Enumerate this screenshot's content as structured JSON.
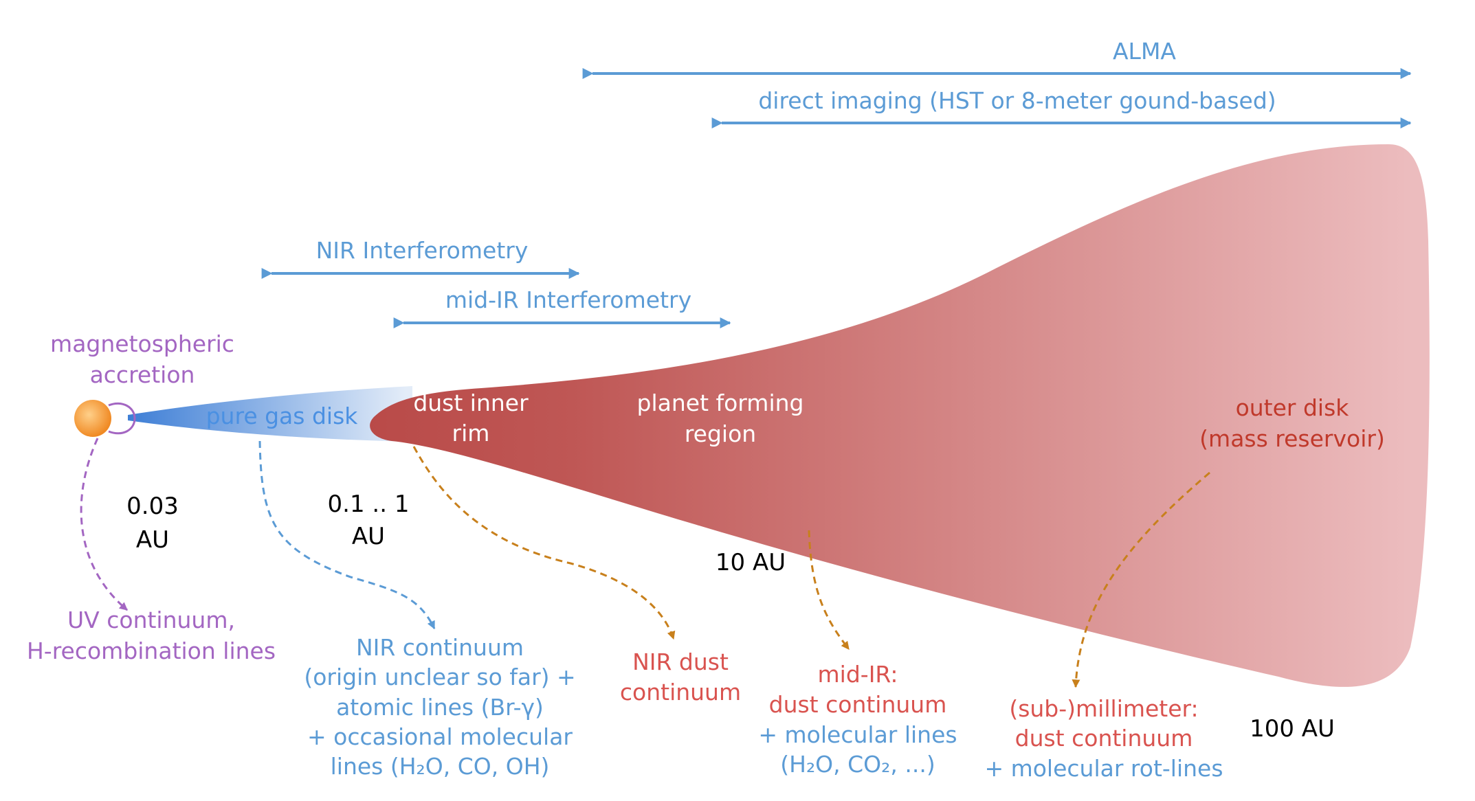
{
  "colors": {
    "blue": "#5b9bd5",
    "purple": "#a366c2",
    "red": "#d9534f",
    "orange": "#c8801c",
    "disk_inner": "#b94a48",
    "disk_outer": "#ecbcbe",
    "gas": "#4a90e2",
    "star": "#f5a142"
  },
  "instruments": {
    "alma": "ALMA",
    "direct_imaging": "direct imaging (HST or 8-meter gound-based)",
    "nir_interferometry": "NIR Interferometry",
    "midir_interferometry": "mid-IR Interferometry"
  },
  "regions": {
    "magnetospheric": [
      "magnetospheric",
      "accretion"
    ],
    "pure_gas": "pure gas disk",
    "dust_rim": [
      "dust inner",
      "rim"
    ],
    "planet_forming": [
      "planet forming",
      "region"
    ],
    "outer_disk": [
      "outer disk",
      "(mass reservoir)"
    ]
  },
  "distances": {
    "d1": [
      "0.03",
      "AU"
    ],
    "d2": [
      "0.1 .. 1",
      "AU"
    ],
    "d3": "10 AU",
    "d4": "100 AU"
  },
  "tracers": {
    "uv": [
      "UV continuum,",
      "H-recombination lines"
    ],
    "nir": [
      "NIR continuum",
      "(origin unclear so far) +",
      "atomic lines (Br-γ)",
      "+ occasional molecular",
      "lines (H₂O, CO, OH)"
    ],
    "nir_dust": [
      "NIR dust",
      "continuum"
    ],
    "midir": [
      "mid-IR:",
      "dust continuum",
      "+ molecular lines",
      "(H₂O, CO₂, ...)"
    ],
    "submm": [
      "(sub-)millimeter:",
      "dust continuum",
      "+ molecular rot-lines"
    ]
  }
}
